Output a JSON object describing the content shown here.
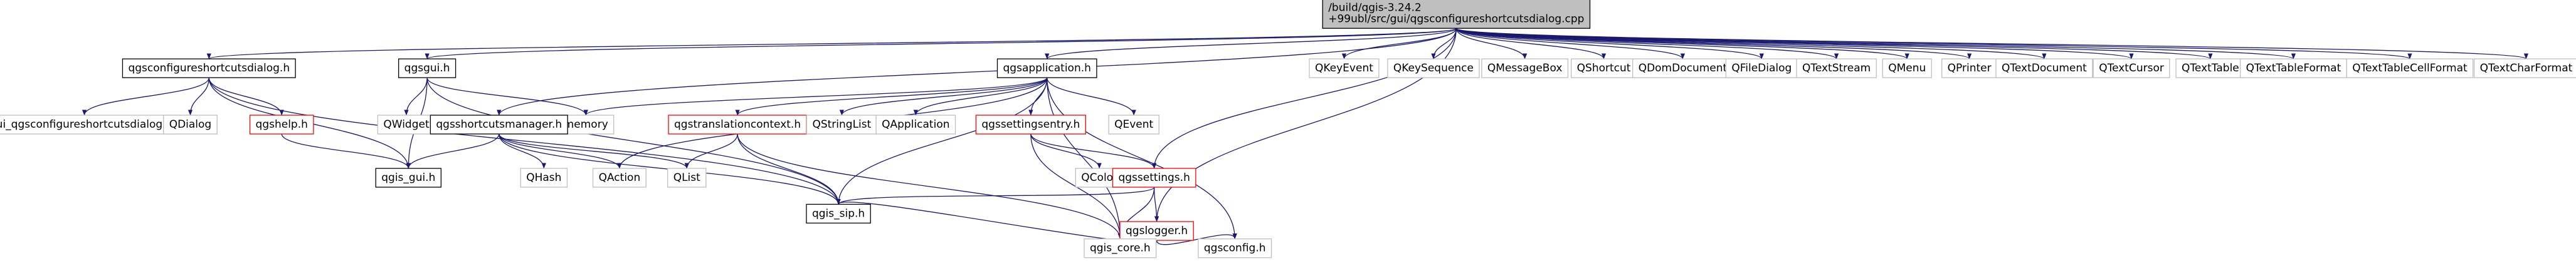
{
  "colors": {
    "edge": "#191970",
    "node_border": "#000000",
    "external_border": "#bfbfbf",
    "missing_border": "#ff0000",
    "root_fill": "#bfbfbf",
    "node_fill": "#ffffff"
  },
  "nodes": [
    {
      "id": "root",
      "lines": [
        "/build/qgis-3.24.2",
        "+99ubl/src/gui/qgsconfigureshortcutsdialog.cpp"
      ],
      "kind": "root"
    },
    {
      "id": "dialog_h",
      "lines": [
        "qgsconfigureshortcutsdialog.h"
      ],
      "kind": "file"
    },
    {
      "id": "ui_dialog_h",
      "lines": [
        "ui_qgsconfigureshortcutsdialog.h"
      ],
      "kind": "external"
    },
    {
      "id": "qdialog",
      "lines": [
        "QDialog"
      ],
      "kind": "external"
    },
    {
      "id": "qgshelp_h",
      "lines": [
        "qgshelp.h"
      ],
      "kind": "missing"
    },
    {
      "id": "qgis_gui_h",
      "lines": [
        "qgis_gui.h"
      ],
      "kind": "file"
    },
    {
      "id": "qgisgui_h",
      "lines": [
        "qgsgui.h"
      ],
      "kind": "file"
    },
    {
      "id": "qwidget",
      "lines": [
        "QWidget"
      ],
      "kind": "external"
    },
    {
      "id": "memory",
      "lines": [
        "memory"
      ],
      "kind": "external"
    },
    {
      "id": "shortcutsmgr_h",
      "lines": [
        "qgsshortcutsmanager.h"
      ],
      "kind": "file"
    },
    {
      "id": "qhash",
      "lines": [
        "QHash"
      ],
      "kind": "external"
    },
    {
      "id": "qaction",
      "lines": [
        "QAction"
      ],
      "kind": "external"
    },
    {
      "id": "qlist",
      "lines": [
        "QList"
      ],
      "kind": "external"
    },
    {
      "id": "qgis_sip_h",
      "lines": [
        "qgis_sip.h"
      ],
      "kind": "file"
    },
    {
      "id": "qgsapplication_h",
      "lines": [
        "qgsapplication.h"
      ],
      "kind": "file"
    },
    {
      "id": "translation_h",
      "lines": [
        "qgstranslationcontext.h"
      ],
      "kind": "missing"
    },
    {
      "id": "qstringlist",
      "lines": [
        "QStringList"
      ],
      "kind": "external"
    },
    {
      "id": "qapplication",
      "lines": [
        "QApplication"
      ],
      "kind": "external"
    },
    {
      "id": "settingsentry_h",
      "lines": [
        "qgssettingsentry.h"
      ],
      "kind": "missing"
    },
    {
      "id": "qevent",
      "lines": [
        "QEvent"
      ],
      "kind": "external"
    },
    {
      "id": "qcolor",
      "lines": [
        "QColor"
      ],
      "kind": "external"
    },
    {
      "id": "settings_h",
      "lines": [
        "qgssettings.h"
      ],
      "kind": "missing"
    },
    {
      "id": "logger_h",
      "lines": [
        "qgslogger.h"
      ],
      "kind": "missing"
    },
    {
      "id": "qgis_core_h",
      "lines": [
        "qgis_core.h"
      ],
      "kind": "external"
    },
    {
      "id": "qgsconfig_h",
      "lines": [
        "qgsconfig.h"
      ],
      "kind": "external"
    },
    {
      "id": "qkeyevent",
      "lines": [
        "QKeyEvent"
      ],
      "kind": "external"
    },
    {
      "id": "qkeysequence",
      "lines": [
        "QKeySequence"
      ],
      "kind": "external"
    },
    {
      "id": "qmessagebox",
      "lines": [
        "QMessageBox"
      ],
      "kind": "external"
    },
    {
      "id": "qshortcut",
      "lines": [
        "QShortcut"
      ],
      "kind": "external"
    },
    {
      "id": "qdomdocument",
      "lines": [
        "QDomDocument"
      ],
      "kind": "external"
    },
    {
      "id": "qfiledialog",
      "lines": [
        "QFileDialog"
      ],
      "kind": "external"
    },
    {
      "id": "qtextstream",
      "lines": [
        "QTextStream"
      ],
      "kind": "external"
    },
    {
      "id": "qmenu",
      "lines": [
        "QMenu"
      ],
      "kind": "external"
    },
    {
      "id": "qprinter",
      "lines": [
        "QPrinter"
      ],
      "kind": "external"
    },
    {
      "id": "qtextdocument",
      "lines": [
        "QTextDocument"
      ],
      "kind": "external"
    },
    {
      "id": "qtextcursor",
      "lines": [
        "QTextCursor"
      ],
      "kind": "external"
    },
    {
      "id": "qtexttable",
      "lines": [
        "QTextTable"
      ],
      "kind": "external"
    },
    {
      "id": "qtexttableformat",
      "lines": [
        "QTextTableFormat"
      ],
      "kind": "external"
    },
    {
      "id": "qtexttablecellformat",
      "lines": [
        "QTextTableCellFormat"
      ],
      "kind": "external"
    },
    {
      "id": "qtextcharformat",
      "lines": [
        "QTextCharFormat"
      ],
      "kind": "external"
    }
  ],
  "edges": [
    [
      "root",
      "dialog_h"
    ],
    [
      "root",
      "qgisgui_h"
    ],
    [
      "root",
      "shortcutsmgr_h"
    ],
    [
      "root",
      "qgsapplication_h"
    ],
    [
      "root",
      "settings_h"
    ],
    [
      "root",
      "logger_h"
    ],
    [
      "root",
      "qkeyevent"
    ],
    [
      "root",
      "qkeysequence"
    ],
    [
      "root",
      "qmessagebox"
    ],
    [
      "root",
      "qshortcut"
    ],
    [
      "root",
      "qdomdocument"
    ],
    [
      "root",
      "qfiledialog"
    ],
    [
      "root",
      "qtextstream"
    ],
    [
      "root",
      "qmenu"
    ],
    [
      "root",
      "qprinter"
    ],
    [
      "root",
      "qtextdocument"
    ],
    [
      "root",
      "qtextcursor"
    ],
    [
      "root",
      "qtexttable"
    ],
    [
      "root",
      "qtexttableformat"
    ],
    [
      "root",
      "qtexttablecellformat"
    ],
    [
      "root",
      "qtextcharformat"
    ],
    [
      "dialog_h",
      "ui_dialog_h"
    ],
    [
      "dialog_h",
      "qdialog"
    ],
    [
      "dialog_h",
      "qgshelp_h"
    ],
    [
      "dialog_h",
      "qgis_gui_h"
    ],
    [
      "dialog_h",
      "qgis_sip_h"
    ],
    [
      "qgshelp_h",
      "qgis_gui_h"
    ],
    [
      "qgisgui_h",
      "qwidget"
    ],
    [
      "qgisgui_h",
      "memory"
    ],
    [
      "qgisgui_h",
      "qgis_gui_h"
    ],
    [
      "qgisgui_h",
      "qgis_sip_h"
    ],
    [
      "shortcutsmgr_h",
      "qgis_gui_h"
    ],
    [
      "shortcutsmgr_h",
      "qhash"
    ],
    [
      "shortcutsmgr_h",
      "qaction"
    ],
    [
      "shortcutsmgr_h",
      "qlist"
    ],
    [
      "shortcutsmgr_h",
      "qgis_sip_h"
    ],
    [
      "qgsapplication_h",
      "qaction"
    ],
    [
      "qgsapplication_h",
      "memory"
    ],
    [
      "qgsapplication_h",
      "translation_h"
    ],
    [
      "qgsapplication_h",
      "qstringlist"
    ],
    [
      "qgsapplication_h",
      "qapplication"
    ],
    [
      "qgsapplication_h",
      "settingsentry_h"
    ],
    [
      "qgsapplication_h",
      "qevent"
    ],
    [
      "qgsapplication_h",
      "qgis_sip_h"
    ],
    [
      "qgsapplication_h",
      "qgis_core_h"
    ],
    [
      "qgsapplication_h",
      "qgsconfig_h"
    ],
    [
      "translation_h",
      "qlist"
    ],
    [
      "translation_h",
      "qgis_sip_h"
    ],
    [
      "translation_h",
      "qgis_core_h"
    ],
    [
      "settingsentry_h",
      "qcolor"
    ],
    [
      "settingsentry_h",
      "settings_h"
    ],
    [
      "settingsentry_h",
      "qgis_core_h"
    ],
    [
      "settings_h",
      "logger_h"
    ],
    [
      "settings_h",
      "qgis_sip_h"
    ],
    [
      "settings_h",
      "qgis_core_h"
    ],
    [
      "logger_h",
      "qgis_sip_h"
    ],
    [
      "logger_h",
      "qgis_core_h"
    ],
    [
      "logger_h",
      "qgsconfig_h"
    ]
  ]
}
